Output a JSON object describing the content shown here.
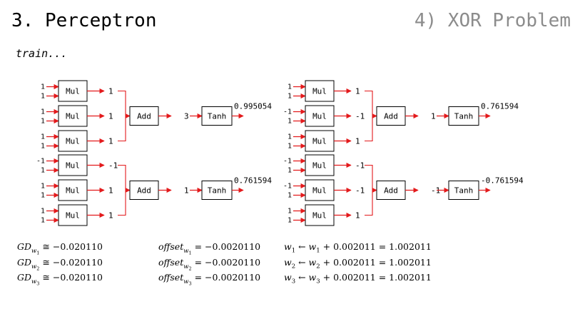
{
  "header": {
    "title": "3. Perceptron",
    "section": "4) XOR Problem",
    "subtitle": "train..."
  },
  "nodes": {
    "mul": "Mul",
    "add": "Add",
    "tanh": "Tanh"
  },
  "colors": {
    "arrow": "#e31a1c",
    "line": "#000000"
  },
  "networks": [
    {
      "units": [
        {
          "muls": [
            {
              "inputs": [
                "1",
                "1"
              ],
              "output": "1"
            },
            {
              "inputs": [
                "1",
                "1"
              ],
              "output": "1"
            },
            {
              "inputs": [
                "1",
                "1"
              ],
              "output": "1"
            }
          ],
          "sum": "3",
          "result": "0.995054"
        },
        {
          "muls": [
            {
              "inputs": [
                "-1",
                "1"
              ],
              "output": "-1"
            },
            {
              "inputs": [
                "1",
                "1"
              ],
              "output": "1"
            },
            {
              "inputs": [
                "1",
                "1"
              ],
              "output": "1"
            }
          ],
          "sum": "1",
          "result": "0.761594"
        }
      ]
    },
    {
      "units": [
        {
          "muls": [
            {
              "inputs": [
                "1",
                "1"
              ],
              "output": "1"
            },
            {
              "inputs": [
                "-1",
                "1"
              ],
              "output": "-1"
            },
            {
              "inputs": [
                "1",
                "1"
              ],
              "output": "1"
            }
          ],
          "sum": "1",
          "result": "0.761594"
        },
        {
          "muls": [
            {
              "inputs": [
                "-1",
                "1"
              ],
              "output": "-1"
            },
            {
              "inputs": [
                "-1",
                "1"
              ],
              "output": "-1"
            },
            {
              "inputs": [
                "1",
                "1"
              ],
              "output": "1"
            }
          ],
          "sum": "-1",
          "result": "-0.761594"
        }
      ]
    }
  ],
  "equations": {
    "gradients": [
      {
        "sub": "1",
        "value": "−0.020110"
      },
      {
        "sub": "2",
        "value": "−0.020110"
      },
      {
        "sub": "3",
        "value": "−0.020110"
      }
    ],
    "offsets": [
      {
        "sub": "1",
        "value": "−0.0020110"
      },
      {
        "sub": "2",
        "value": "−0.0020110"
      },
      {
        "sub": "3",
        "value": "−0.0020110"
      }
    ],
    "updates": [
      {
        "sub": "1",
        "delta": "0.002011",
        "result": "1.002011"
      },
      {
        "sub": "2",
        "delta": "0.002011",
        "result": "1.002011"
      },
      {
        "sub": "3",
        "delta": "0.002011",
        "result": "1.002011"
      }
    ]
  }
}
